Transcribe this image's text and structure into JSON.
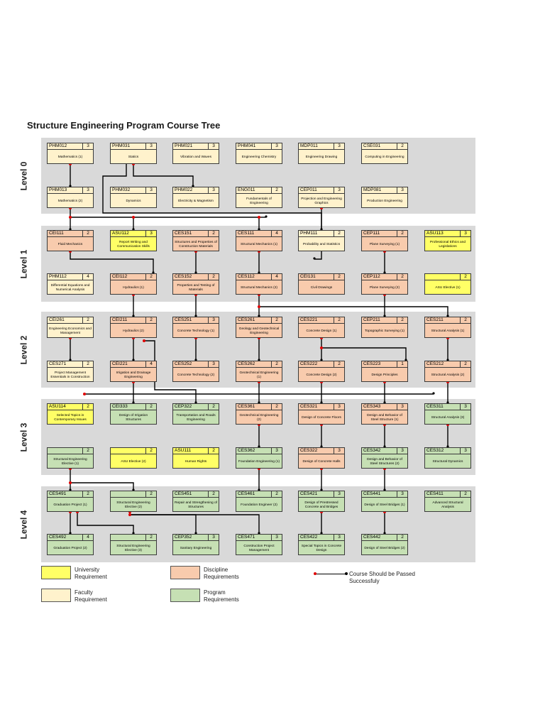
{
  "title": "Structure Engineering Program Course Tree",
  "levels": [
    "Level 0",
    "Level 1",
    "Level 2",
    "Level 3",
    "Level 4"
  ],
  "courses": [
    {
      "code": "PHM012",
      "cr": "3",
      "name": "Mathematics (1)",
      "cat": "faculty"
    },
    {
      "code": "PHM031",
      "cr": "3",
      "name": "Statics",
      "cat": "faculty"
    },
    {
      "code": "PHM021",
      "cr": "3",
      "name": "Vibration and Waves",
      "cat": "faculty"
    },
    {
      "code": "PHM041",
      "cr": "3",
      "name": "Engineering Chemistry",
      "cat": "faculty"
    },
    {
      "code": "MDP011",
      "cr": "3",
      "name": "Engineering Drawing",
      "cat": "faculty"
    },
    {
      "code": "CSE031",
      "cr": "2",
      "name": "Computing in Engineering",
      "cat": "faculty"
    },
    {
      "code": "PHM013",
      "cr": "3",
      "name": "Mathematics (2)",
      "cat": "faculty"
    },
    {
      "code": "PHM032",
      "cr": "3",
      "name": "Dynamics",
      "cat": "faculty"
    },
    {
      "code": "PHM022",
      "cr": "3",
      "name": "Electricity & Magnetism",
      "cat": "faculty"
    },
    {
      "code": "ENG011",
      "cr": "2",
      "name": "Fundamentals of Engineering",
      "cat": "faculty"
    },
    {
      "code": "CEP011",
      "cr": "3",
      "name": "Projection and Engineering Graphics",
      "cat": "faculty"
    },
    {
      "code": "MDP081",
      "cr": "3",
      "name": "Production Engineering",
      "cat": "faculty"
    },
    {
      "code": "CEI111",
      "cr": "2",
      "name": "Fluid Mechanics",
      "cat": "discipline"
    },
    {
      "code": "ASU112",
      "cr": "3",
      "name": "Report Writing and Communication Skills",
      "cat": "university"
    },
    {
      "code": "CES151",
      "cr": "2",
      "name": "Structures and Properties of Construction Materials",
      "cat": "discipline"
    },
    {
      "code": "CES111",
      "cr": "4",
      "name": "Structural Mechanics (1)",
      "cat": "discipline"
    },
    {
      "code": "PHM111",
      "cr": "2",
      "name": "Probability and Statistics",
      "cat": "faculty"
    },
    {
      "code": "CEP111",
      "cr": "2",
      "name": "Plane Surveying (1)",
      "cat": "discipline"
    },
    {
      "code": "ASU113",
      "cr": "3",
      "name": "Professional Ethics and Legislations",
      "cat": "university"
    },
    {
      "code": "PHM112",
      "cr": "4",
      "name": "Differential Equations and Numerical Analysis",
      "cat": "faculty"
    },
    {
      "code": "CEI112",
      "cr": "2",
      "name": "Hydraulics (1)",
      "cat": "discipline"
    },
    {
      "code": "CES152",
      "cr": "2",
      "name": "Properties and Testing of Materials",
      "cat": "discipline"
    },
    {
      "code": "CES112",
      "cr": "4",
      "name": "Structural Mechanics (2)",
      "cat": "discipline"
    },
    {
      "code": "CEI131",
      "cr": "2",
      "name": "Civil Drawings",
      "cat": "discipline"
    },
    {
      "code": "CEP112",
      "cr": "2",
      "name": "Plane Surveying (2)",
      "cat": "discipline"
    },
    {
      "code": "",
      "cr": "2",
      "name": "ASU Elective (1)",
      "cat": "university"
    },
    {
      "code": "CEI261",
      "cr": "2",
      "name": "Engineering Economics and Management",
      "cat": "faculty"
    },
    {
      "code": "CEI211",
      "cr": "2",
      "name": "Hydraulics (2)",
      "cat": "discipline"
    },
    {
      "code": "CES251",
      "cr": "3",
      "name": "Concrete Technology (1)",
      "cat": "discipline"
    },
    {
      "code": "CES261",
      "cr": "2",
      "name": "Geology and Geotechnical Engineering",
      "cat": "discipline"
    },
    {
      "code": "CES221",
      "cr": "2",
      "name": "Concrete Design (1)",
      "cat": "discipline"
    },
    {
      "code": "CEP211",
      "cr": "2",
      "name": "Topographic Surveying (1)",
      "cat": "discipline"
    },
    {
      "code": "CES211",
      "cr": "2",
      "name": "Structural Analysis (1)",
      "cat": "discipline"
    },
    {
      "code": "CES271",
      "cr": "2",
      "name": "Project Management Essentials in Construction",
      "cat": "faculty"
    },
    {
      "code": "CEI221",
      "cr": "4",
      "name": "Irrigation and Drainage Engineering",
      "cat": "discipline"
    },
    {
      "code": "CES252",
      "cr": "3",
      "name": "Concrete Technology (2)",
      "cat": "discipline"
    },
    {
      "code": "CES262",
      "cr": "2",
      "name": "Geotechnical Engineering (1)",
      "cat": "discipline"
    },
    {
      "code": "CES222",
      "cr": "2",
      "name": "Concrete Design (2)",
      "cat": "discipline"
    },
    {
      "code": "CES223",
      "cr": "1",
      "name": "Design Principles",
      "cat": "discipline"
    },
    {
      "code": "CES212",
      "cr": "2",
      "name": "Structural Analysis (2)",
      "cat": "discipline"
    },
    {
      "code": "ASU114",
      "cr": "2",
      "name": "Selected Topics in Contemporary Issues",
      "cat": "university"
    },
    {
      "code": "CEI333",
      "cr": "2",
      "name": "Design of Irrigation Structures",
      "cat": "program"
    },
    {
      "code": "CEP322",
      "cr": "2",
      "name": "Transportation and Roads Engineering",
      "cat": "program"
    },
    {
      "code": "CES361",
      "cr": "2",
      "name": "Geotechnical Engineering (2)",
      "cat": "discipline"
    },
    {
      "code": "CES321",
      "cr": "3",
      "name": "Design of Concrete Floors",
      "cat": "discipline"
    },
    {
      "code": "CES343",
      "cr": "3",
      "name": "Design and Behavior of Steel Structure (1)",
      "cat": "discipline"
    },
    {
      "code": "CES311",
      "cr": "3",
      "name": "Structural Analysis (3)",
      "cat": "program"
    },
    {
      "code": "",
      "cr": "2",
      "name": "Structural Engineering Elective (1)",
      "cat": "program"
    },
    {
      "code": "",
      "cr": "2",
      "name": "ASU Elective (2)",
      "cat": "university"
    },
    {
      "code": "ASU111",
      "cr": "2",
      "name": "Human Rights",
      "cat": "university"
    },
    {
      "code": "CES362",
      "cr": "3",
      "name": "Foundation Engineering (1)",
      "cat": "program"
    },
    {
      "code": "CES322",
      "cr": "3",
      "name": "Design of Concrete Halls",
      "cat": "discipline"
    },
    {
      "code": "CES342",
      "cr": "3",
      "name": "Design and Behavior of Steel Structures (2)",
      "cat": "program"
    },
    {
      "code": "CES312",
      "cr": "3",
      "name": "Structural Dynamics",
      "cat": "program"
    },
    {
      "code": "CES491",
      "cr": "2",
      "name": "Graduation Project (1)",
      "cat": "program"
    },
    {
      "code": "",
      "cr": "2",
      "name": "Structural Engineering Elective (2)",
      "cat": "program"
    },
    {
      "code": "CES451",
      "cr": "2",
      "name": "Repair and Strengthening of Structures",
      "cat": "program"
    },
    {
      "code": "CES461",
      "cr": "2",
      "name": "Foundation Engineer (2)",
      "cat": "program"
    },
    {
      "code": "CES421",
      "cr": "3",
      "name": "Design of Prestressed Concrete and Bridges",
      "cat": "program"
    },
    {
      "code": "CES441",
      "cr": "3",
      "name": "Design of Steel Bridges (1)",
      "cat": "program"
    },
    {
      "code": "CES411",
      "cr": "2",
      "name": "Advanced Structural Analysis",
      "cat": "program"
    },
    {
      "code": "CES492",
      "cr": "4",
      "name": "Graduation Project (2)",
      "cat": "program"
    },
    {
      "code": "",
      "cr": "2",
      "name": "Structural Engineering Elective (3)",
      "cat": "program"
    },
    {
      "code": "CEP352",
      "cr": "3",
      "name": "Sanitary Engineering",
      "cat": "program"
    },
    {
      "code": "CES471",
      "cr": "3",
      "name": "Construction Project Management",
      "cat": "program"
    },
    {
      "code": "CES422",
      "cr": "3",
      "name": "Special Topics in Concrete Design",
      "cat": "program"
    },
    {
      "code": "CES442",
      "cr": "2",
      "name": "Design of Steel Bridges (2)",
      "cat": "program"
    }
  ],
  "legend": {
    "university": "University Requirement",
    "discipline": "Discipline Requirements",
    "faculty": "Faculty Requirement",
    "program": "Program Requirements",
    "arrow": "Course Should be Passed Successfuly"
  },
  "colors": {
    "university": "#ffff66",
    "faculty": "#fff2cc",
    "discipline": "#f8cbad",
    "program": "#c6e0b4",
    "band": "#d9d9d9",
    "arrow_dot": "#e00000"
  }
}
